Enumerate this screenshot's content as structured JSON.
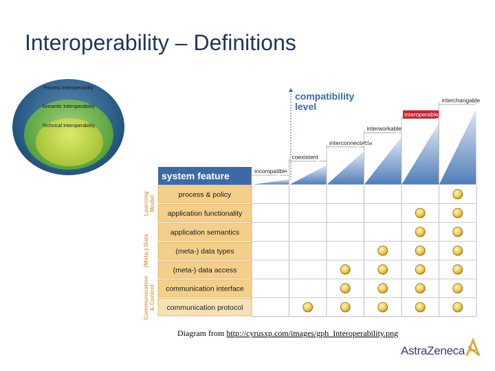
{
  "slide": {
    "title": "Interoperability – Definitions"
  },
  "venn": {
    "outer": "Process Interoperability",
    "middle": "Semantic Interoperability",
    "inner": "Technical Interoperability"
  },
  "diagram": {
    "axis_title_line1": "compatibility",
    "axis_title_line2": "level",
    "system_feature_label": "system feature",
    "levels": [
      "incompatible",
      "coexistent",
      "interconnectable",
      "interworkable",
      "interoperable",
      "interchangable"
    ],
    "features": [
      "process & policy",
      "application functionality",
      "application semantics",
      "(meta-) data types",
      "(meta-) data access",
      "communication interface",
      "communication protocol"
    ],
    "groups": [
      {
        "label1": "Learning",
        "label2": "Model"
      },
      {
        "label1": "(Meta-) Data",
        "label2": ""
      },
      {
        "label1": "Communication",
        "label2": "& Control"
      }
    ],
    "circle_counts": [
      1,
      2,
      2,
      3,
      4,
      4,
      5
    ],
    "colors": {
      "header_blue": "#3c6aa6",
      "feature_box": "#f3cf8a",
      "feature_last": "#f7e2b8",
      "group_label": "#e3a24a",
      "circle": "#f2c94c",
      "interoperable": "#cc1f2c"
    }
  },
  "caption": {
    "prefix": "Diagram from ",
    "url": "http://cyrusxp.com/images/gph_Interoperability.png"
  },
  "logo": {
    "text": "AstraZeneca"
  }
}
